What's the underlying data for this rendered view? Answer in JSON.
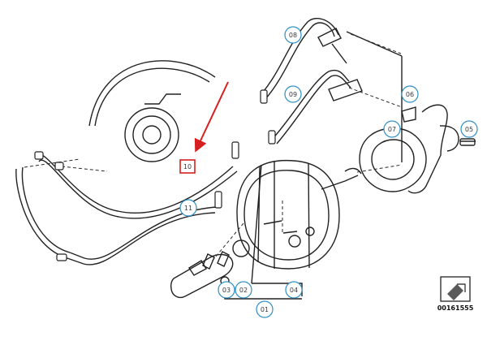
{
  "callouts": [
    {
      "label": "08"
    },
    {
      "label": "09"
    },
    {
      "label": "06"
    },
    {
      "label": "07"
    },
    {
      "label": "05"
    },
    {
      "label": "10"
    },
    {
      "label": "11"
    },
    {
      "label": "03"
    },
    {
      "label": "02"
    },
    {
      "label": "04"
    },
    {
      "label": "01"
    }
  ],
  "diagram_id": "00161555",
  "colors": {
    "outline": "#222222",
    "bubble_stroke": "#2f8fc6",
    "bubble_fill": "#ffffff",
    "highlight": "#d61f1f",
    "icon_fill": "#5a5a5a"
  }
}
